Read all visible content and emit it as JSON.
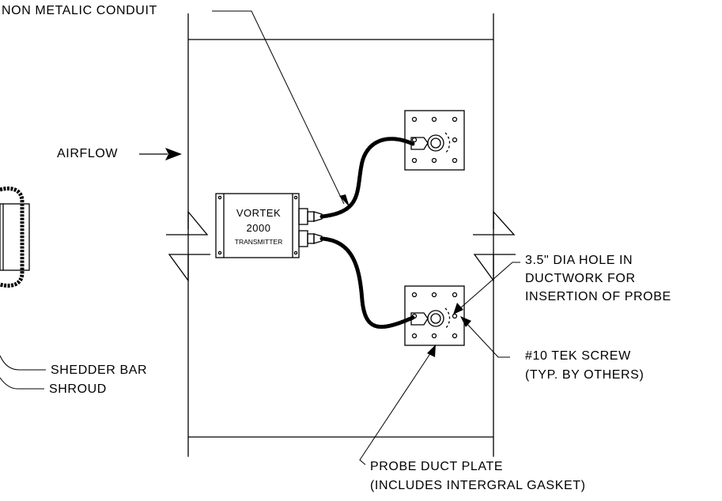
{
  "labels": {
    "conduit": "NON METALIC CONDUIT",
    "airflow": "AIRFLOW",
    "transmitter_line1": "VORTEK",
    "transmitter_line2": "2000",
    "transmitter_line3": "TRANSMITTER",
    "hole_line1": "3.5\" DIA HOLE IN",
    "hole_line2": "DUCTWORK FOR",
    "hole_line3": "INSERTION OF PROBE",
    "screw_line1": "#10 TEK SCREW",
    "screw_line2": "(TYP. BY OTHERS)",
    "shedder": "SHEDDER BAR",
    "shroud": "SHROUD",
    "plate_line1": "PROBE DUCT PLATE",
    "plate_line2": "(INCLUDES INTERGRAL GASKET)"
  },
  "colors": {
    "ink": "#000000",
    "background": "#ffffff"
  }
}
